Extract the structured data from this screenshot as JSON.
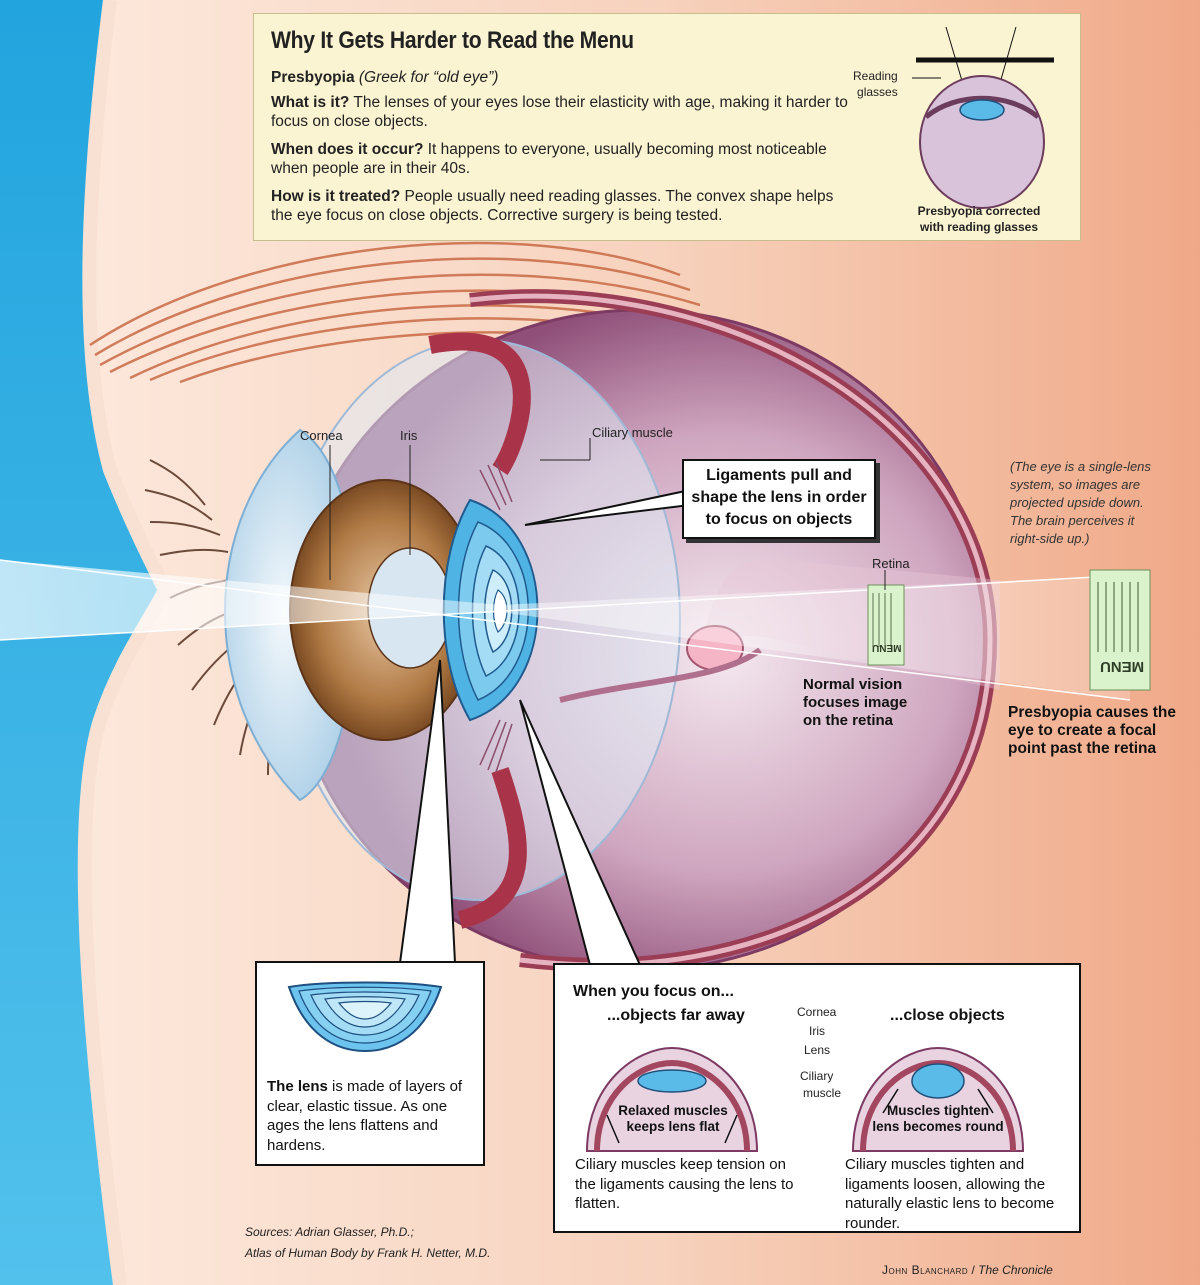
{
  "info": {
    "title": "Why It Gets Harder to Read the Menu",
    "term": "Presbyopia",
    "term_note": "(Greek for “old eye”)",
    "q1": "What is it?",
    "a1": "The lenses of your eyes lose their elasticity with age, making it harder to focus on close objects.",
    "q2": "When does it occur?",
    "a2": "It happens to everyone, usually becoming most noticeable when people are in their 40s.",
    "q3": "How is it treated?",
    "a3": "People usually need reading glasses. The convex shape helps the eye focus on close objects. Corrective surgery is being tested.",
    "reading_glasses_label": [
      "Reading",
      "glasses"
    ],
    "corrected_caption": [
      "Presbyopia corrected",
      "with reading glasses"
    ]
  },
  "eye_labels": {
    "cornea": "Cornea",
    "iris": "Iris",
    "ciliary_muscle": "Ciliary muscle",
    "retina": "Retina",
    "ligaments_callout": [
      "Ligaments pull and",
      "shape the lens in order",
      "to focus on objects"
    ],
    "inverted_note": [
      "(The eye is a single-lens",
      "system, so images are",
      "projected upside down.",
      "The brain perceives it",
      "right-side up.)"
    ],
    "normal_vision": [
      "Normal vision",
      "focuses image",
      "on the retina"
    ],
    "presbyopia_focal": [
      "Presbyopia causes the",
      "eye to create a focal",
      "point past the retina"
    ],
    "menu_word": "MENU"
  },
  "lens_box": {
    "lead": "The lens",
    "text": " is made of layers of clear, elastic tissue. As one ages the lens flattens and hardens."
  },
  "focus_box": {
    "heading": "When you focus on...",
    "far_heading": "...objects far away",
    "close_heading": "...close objects",
    "mini_labels": [
      "Cornea",
      "Iris",
      "Lens",
      "Ciliary",
      "muscle"
    ],
    "far_inner": [
      "Relaxed muscles",
      "keeps lens flat"
    ],
    "close_inner": [
      "Muscles tighten",
      "lens becomes round"
    ],
    "far_text": "Ciliary muscles keep tension on the ligaments causing the lens to flatten.",
    "close_text": "Ciliary muscles tighten and ligaments loosen, allowing the naturally elastic lens to become rounder."
  },
  "sources": [
    "Sources: Adrian Glasser, Ph.D.;",
    "Atlas of Human Body by Frank H. Netter, M.D."
  ],
  "credit": {
    "name": "John Blanchard",
    "sep": " / ",
    "paper": "The Chronicle"
  },
  "colors": {
    "cream": "#fbf4d2",
    "skin": "#f4c3a8",
    "sky": "#29a9e0",
    "sclera": "#c9a6bd",
    "lens_blue": "#52b6e6"
  }
}
